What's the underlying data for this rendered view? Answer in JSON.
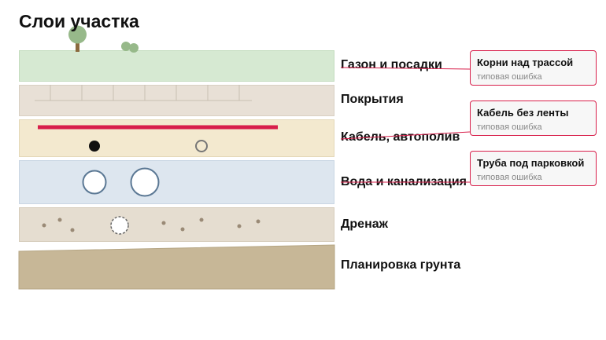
{
  "title": "Слои участка",
  "layers": [
    {
      "label": "Газон и посадки",
      "color": "#d6e9d2"
    },
    {
      "label": "Покрытия",
      "color": "#e8e0d6"
    },
    {
      "label": "Кабель, автополив",
      "color": "#f3e9cf"
    },
    {
      "label": "Вода и канализация",
      "color": "#dde6ef"
    },
    {
      "label": "Дренаж",
      "color": "#e5ddd0"
    },
    {
      "label": "Планировка грунта",
      "color": "#c7b797"
    }
  ],
  "callouts": [
    {
      "title": "Корни над трассой",
      "subtitle": "типовая ошибка"
    },
    {
      "title": "Кабель без ленты",
      "subtitle": "типовая ошибка"
    },
    {
      "title": "Труба под парковкой",
      "subtitle": "типовая ошибка"
    }
  ],
  "colors": {
    "accent": "#d81e4a",
    "tree": "#97b98a",
    "trunk": "#8b6a3e",
    "pipe_stroke": "#5b7894"
  }
}
